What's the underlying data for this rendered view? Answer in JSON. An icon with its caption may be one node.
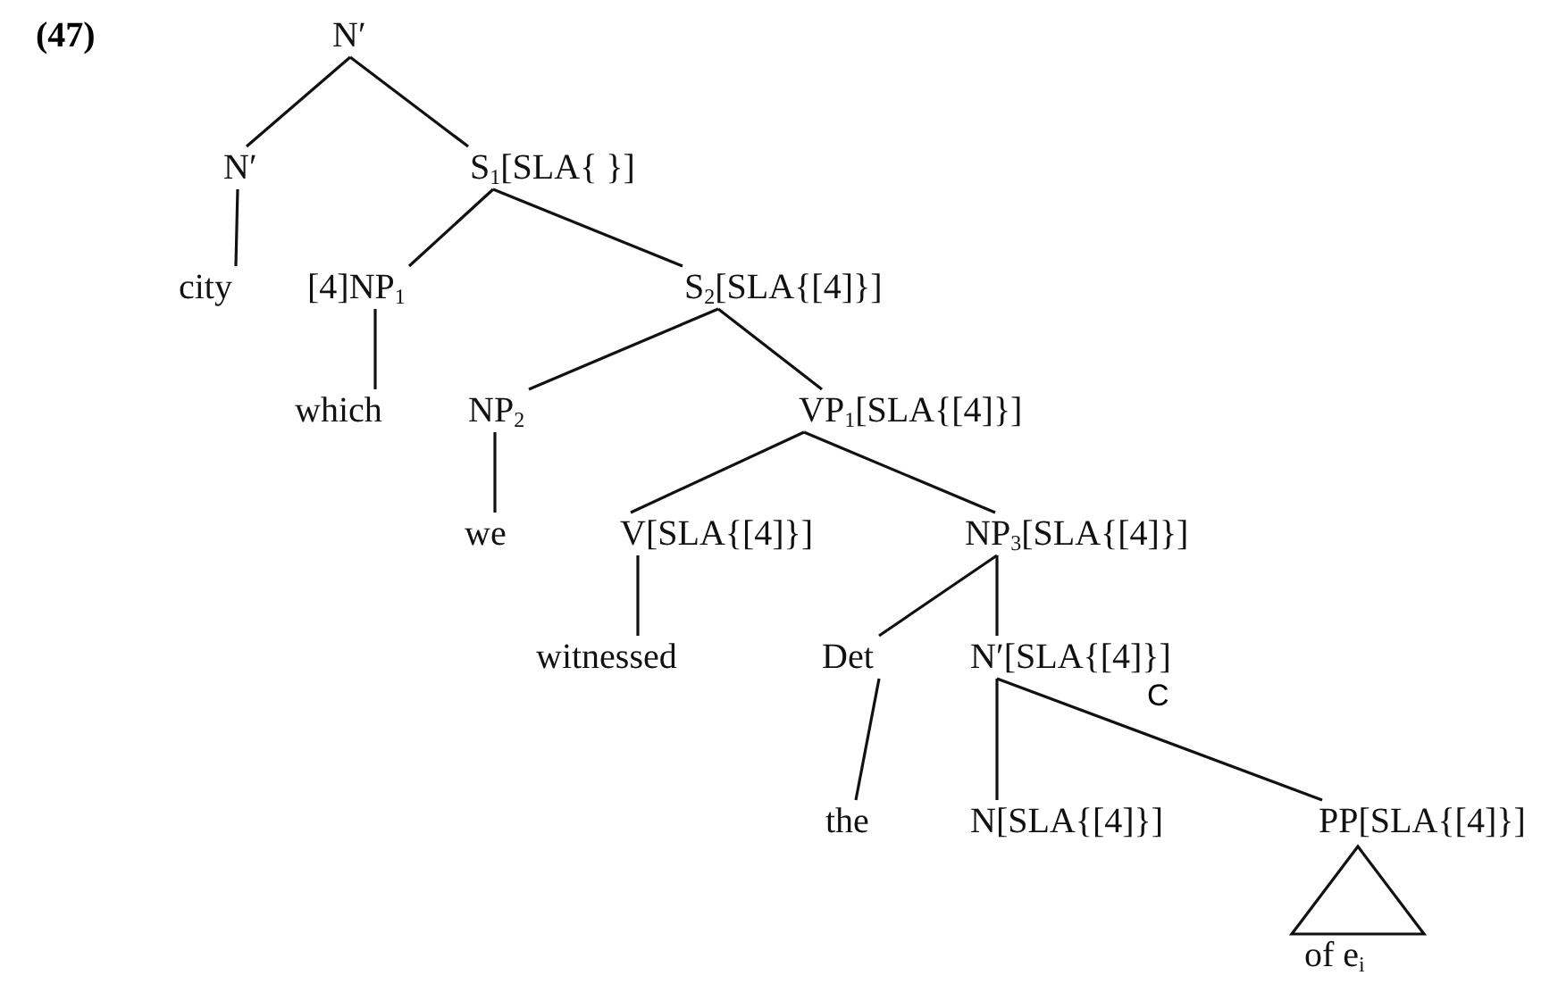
{
  "diagram": {
    "nodes": [
      {
        "text": [
          "N′"
        ]
      },
      {
        "text": [
          "N′"
        ]
      },
      {
        "text": [
          "S$_{1}$[SLA{ }]"
        ]
      },
      {
        "text": [
          "city"
        ]
      },
      {
        "text": [
          "[4]NP$_{1}$"
        ]
      },
      {
        "text": [
          "S$_{2}$[SLA{[4]}]"
        ]
      },
      {
        "text": [
          "which"
        ]
      },
      {
        "text": [
          "NP$_{2}$"
        ]
      },
      {
        "text": [
          "VP$_{1}$[SLA{[4]}]"
        ]
      },
      {
        "text": [
          "we"
        ]
      },
      {
        "text": [
          "V[SLA{[4]}]"
        ]
      },
      {
        "text": [
          "NP$_{3}$[SLA{[4]}]"
        ]
      },
      {
        "text": [
          "witnessed"
        ]
      },
      {
        "text": [
          "Det"
        ]
      },
      {
        "text": [
          "N′[SLA{[4]}]"
        ]
      },
      {
        "text": [
          "the"
        ]
      },
      {
        "text": [
          "N[SLA{[4]}]"
        ]
      },
      {
        "text": [
          "PP[SLA{[4]}]"
        ]
      },
      {
        "text": [
          "of e$_{i}$"
        ]
      }
    ],
    "edges": [
      {
        "from": 0,
        "to": 1,
        "arrow": "none"
      },
      {
        "from": 0,
        "to": 2,
        "arrow": "none"
      },
      {
        "from": 1,
        "to": 3,
        "arrow": "none"
      },
      {
        "from": 2,
        "to": 4,
        "arrow": "none"
      },
      {
        "from": 2,
        "to": 5,
        "arrow": "none"
      },
      {
        "from": 4,
        "to": 6,
        "arrow": "none"
      },
      {
        "from": 5,
        "to": 7,
        "arrow": "none"
      },
      {
        "from": 5,
        "to": 8,
        "arrow": "none"
      },
      {
        "from": 7,
        "to": 9,
        "arrow": "none"
      },
      {
        "from": 8,
        "to": 10,
        "arrow": "none"
      },
      {
        "from": 8,
        "to": 11,
        "arrow": "none"
      },
      {
        "from": 10,
        "to": 12,
        "arrow": "none"
      },
      {
        "from": 11,
        "to": 13,
        "arrow": "none"
      },
      {
        "from": 11,
        "to": 14,
        "arrow": "none"
      },
      {
        "from": 13,
        "to": 15,
        "arrow": "none"
      },
      {
        "from": 14,
        "to": 16,
        "arrow": "none"
      },
      {
        "from": 14,
        "to": 17,
        "arrow": "none",
        "label": "C"
      },
      {
        "from": 17,
        "to": 18,
        "arrow": "none"
      }
    ],
    "labels": [
      "(47)"
    ]
  }
}
